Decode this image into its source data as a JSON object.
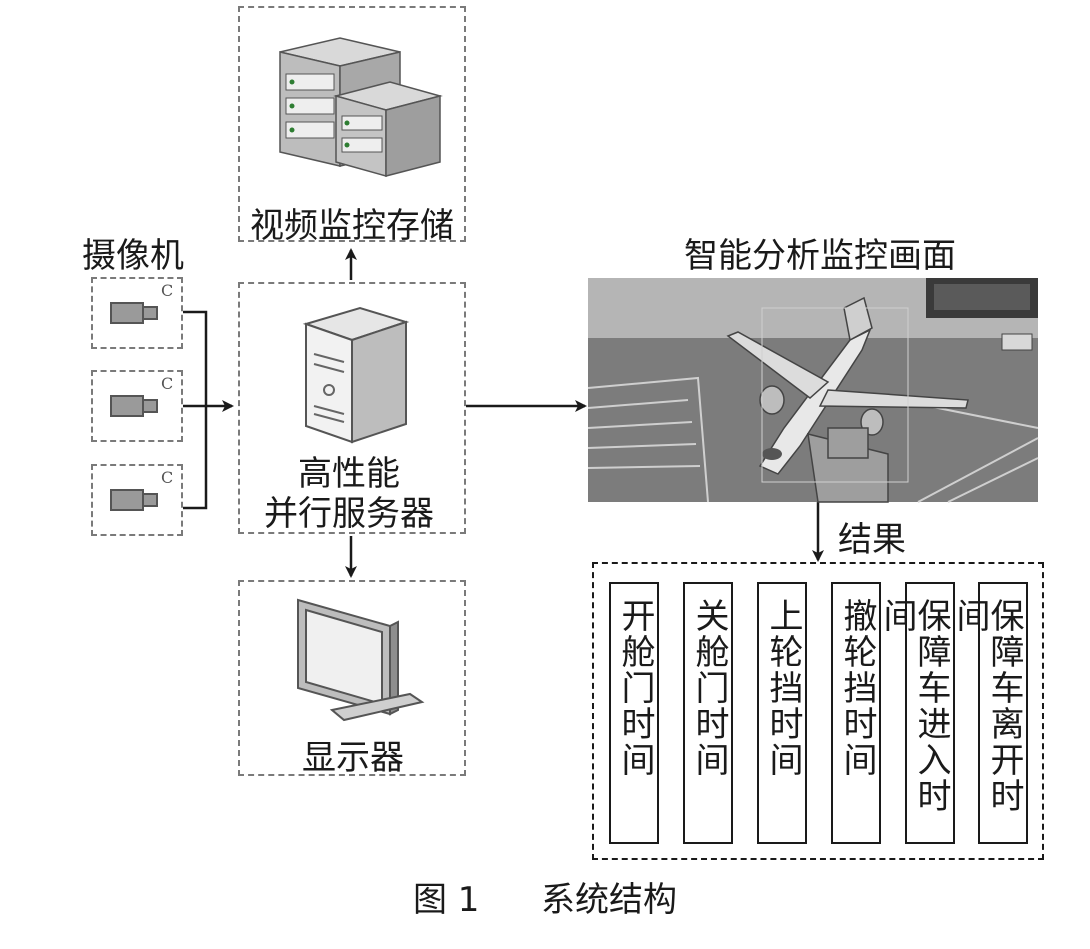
{
  "nodes": {
    "storage_label": "视频监控存储",
    "camera_group_label": "摄像机",
    "camera_mark": "C",
    "server_label_line1": "高性能",
    "server_label_line2": "并行服务器",
    "display_label": "显示器",
    "analysis_title": "智能分析监控画面",
    "result_label": "结果"
  },
  "results": [
    {
      "label": "开舱门时间"
    },
    {
      "label": "关舱门时间"
    },
    {
      "label": "上轮挡时间"
    },
    {
      "label": "撤轮挡时间"
    },
    {
      "label": "保障车进入时间"
    },
    {
      "label": "保障车离开时间"
    }
  ],
  "caption": {
    "number": "图 1",
    "title": "系统结构"
  }
}
